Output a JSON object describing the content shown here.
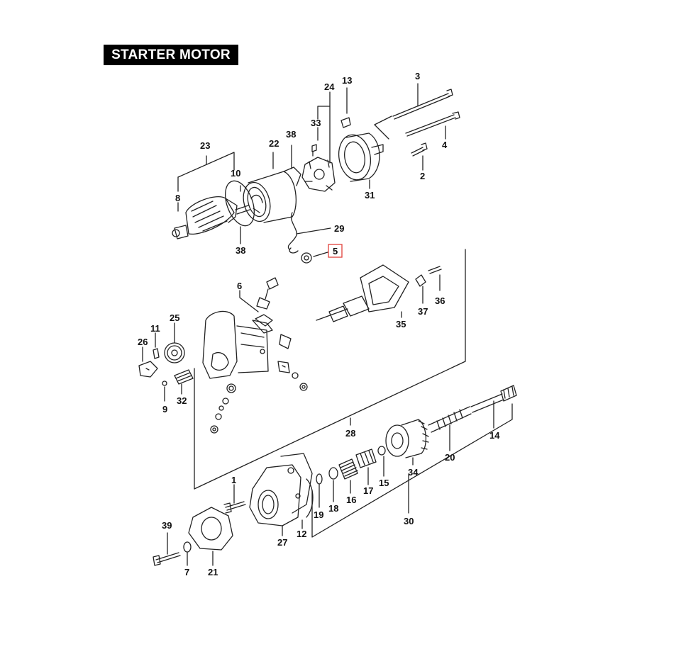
{
  "title": "STARTER MOTOR",
  "highlight_color": "#e0403a",
  "callouts": [
    {
      "id": "3",
      "label": "3"
    },
    {
      "id": "13",
      "label": "13"
    },
    {
      "id": "24",
      "label": "24"
    },
    {
      "id": "33",
      "label": "33"
    },
    {
      "id": "4",
      "label": "4"
    },
    {
      "id": "23",
      "label": "23"
    },
    {
      "id": "22",
      "label": "22"
    },
    {
      "id": "38a",
      "label": "38"
    },
    {
      "id": "10",
      "label": "10"
    },
    {
      "id": "8",
      "label": "8"
    },
    {
      "id": "2",
      "label": "2"
    },
    {
      "id": "31",
      "label": "31"
    },
    {
      "id": "29",
      "label": "29"
    },
    {
      "id": "5",
      "label": "5",
      "highlighted": true
    },
    {
      "id": "38b",
      "label": "38"
    },
    {
      "id": "6",
      "label": "6"
    },
    {
      "id": "25",
      "label": "25"
    },
    {
      "id": "11",
      "label": "11"
    },
    {
      "id": "26",
      "label": "26"
    },
    {
      "id": "9",
      "label": "9"
    },
    {
      "id": "32",
      "label": "32"
    },
    {
      "id": "37",
      "label": "37"
    },
    {
      "id": "36",
      "label": "36"
    },
    {
      "id": "35",
      "label": "35"
    },
    {
      "id": "28",
      "label": "28"
    },
    {
      "id": "14",
      "label": "14"
    },
    {
      "id": "20",
      "label": "20"
    },
    {
      "id": "34",
      "label": "34"
    },
    {
      "id": "1",
      "label": "1"
    },
    {
      "id": "15",
      "label": "15"
    },
    {
      "id": "17",
      "label": "17"
    },
    {
      "id": "16",
      "label": "16"
    },
    {
      "id": "18",
      "label": "18"
    },
    {
      "id": "19",
      "label": "19"
    },
    {
      "id": "30",
      "label": "30"
    },
    {
      "id": "39",
      "label": "39"
    },
    {
      "id": "12",
      "label": "12"
    },
    {
      "id": "27",
      "label": "27"
    },
    {
      "id": "7",
      "label": "7"
    },
    {
      "id": "21",
      "label": "21"
    }
  ]
}
